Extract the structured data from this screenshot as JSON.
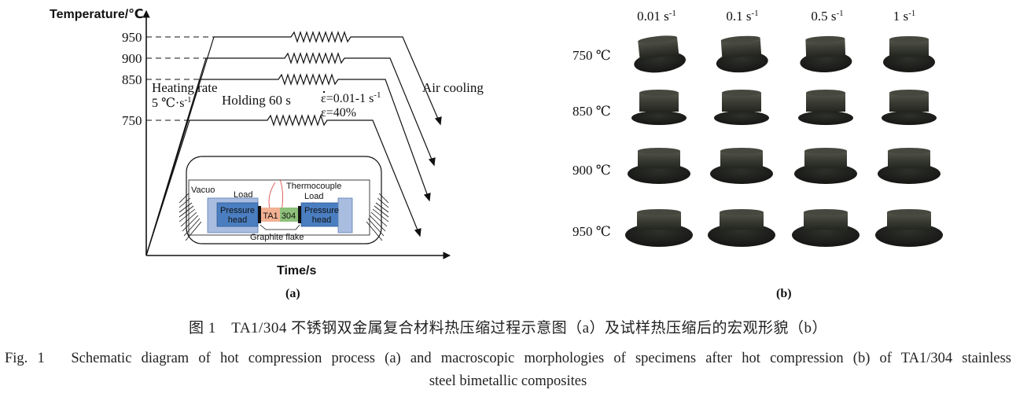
{
  "panel_a": {
    "y_axis_label": "Temperature/℃",
    "x_axis_label": "Time/s",
    "panel_label": "(a)",
    "temperature_levels": [
      "950",
      "900",
      "850",
      "750"
    ],
    "heating_rate_line1": "Heating rate",
    "heating_rate_line2": "5 ℃·s",
    "heating_rate_exp": "-1",
    "holding": "Holding 60 s",
    "strain_rate": "ε=0.01-1 s",
    "strain_rate_exp": "-1",
    "strain": "ε=40%",
    "cooling": "Air cooling",
    "inset": {
      "vacuo": "Vacuo",
      "thermocouple": "Thermocouple",
      "load_left": "Load",
      "load_right": "Load",
      "head_left_line1": "Pressure",
      "head_left_line2": "head",
      "head_right_line1": "Pressure",
      "head_right_line2": "head",
      "sample_ta1": "TA1",
      "sample_304": "304",
      "graphite": "Graphite flake"
    }
  },
  "panel_b": {
    "panel_label": "(b)",
    "strain_rates": [
      {
        "base": "0.01 s",
        "exp": "-1"
      },
      {
        "base": "0.1 s",
        "exp": "-1"
      },
      {
        "base": "0.5 s",
        "exp": "-1"
      },
      {
        "base": "1 s",
        "exp": "-1"
      }
    ],
    "temperatures": [
      "750 ℃",
      "850 ℃",
      "900 ℃",
      "950 ℃"
    ]
  },
  "caption": {
    "chinese": "图 1　TA1/304 不锈钢双金属复合材料热压缩过程示意图（a）及试样热压缩后的宏观形貌（b）",
    "english_line1": "Fig. 1　Schematic diagram of hot compression process (a) and macroscopic morphologies of specimens after hot compression (b) of TA1/304 stainless",
    "english_line2": "steel bimetallic composites"
  },
  "colors": {
    "pressure_head_light": "#a9bde0",
    "pressure_head_dark": "#4a7ec0",
    "sample_ta1": "#f2b193",
    "sample_304": "#8dc07a",
    "load_wire": "#d9534f",
    "specimen_dark": "#1f211f",
    "specimen_top": "#46483f"
  }
}
